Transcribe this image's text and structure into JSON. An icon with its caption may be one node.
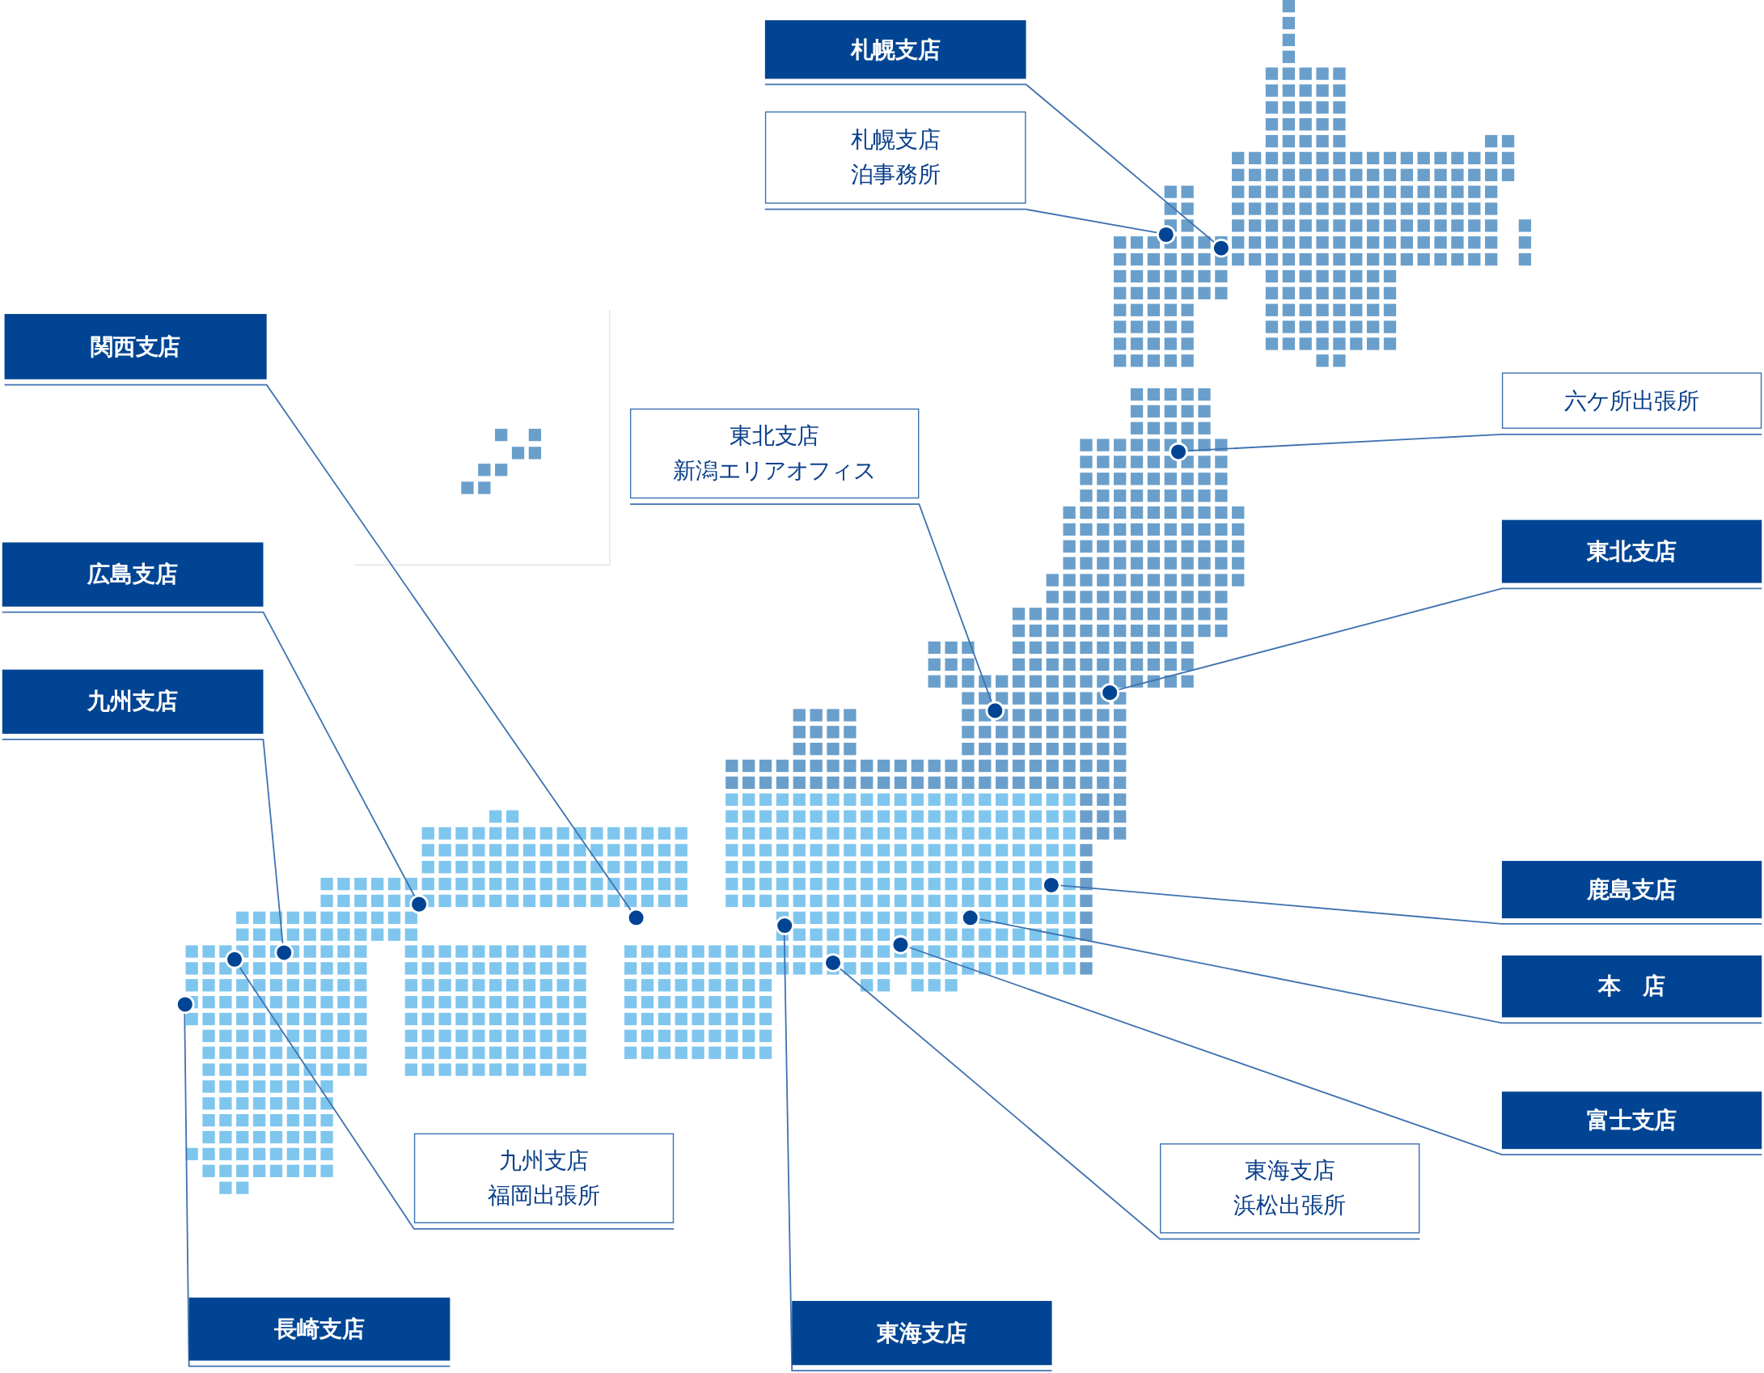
{
  "diagram": {
    "nodes": [
      {
        "text": [
          "札幌支店"
        ]
      },
      {
        "text": [
          "札幌支店",
          "泊事務所"
        ]
      },
      {
        "text": [
          "関西支店"
        ]
      },
      {
        "text": [
          "東北支店",
          "新潟エリアオフィス"
        ]
      },
      {
        "text": [
          "六ケ所出張所"
        ]
      },
      {
        "text": [
          "広島支店"
        ]
      },
      {
        "text": [
          "東北支店"
        ]
      },
      {
        "text": [
          "九州支店"
        ]
      },
      {
        "text": [
          "鹿島支店"
        ]
      },
      {
        "text": [
          "本　店"
        ]
      },
      {
        "text": [
          "九州支店",
          "福岡出張所"
        ]
      },
      {
        "text": [
          "富士支店"
        ]
      },
      {
        "text": [
          "東海支店",
          "浜松出張所"
        ]
      },
      {
        "text": [
          "長崎支店"
        ]
      },
      {
        "text": [
          "東海支店"
        ]
      },
      {
        "text": [],
        "shape": "circle"
      },
      {
        "text": [],
        "shape": "circle"
      },
      {
        "text": [],
        "shape": "circle"
      },
      {
        "text": [],
        "shape": "circle"
      },
      {
        "text": [],
        "shape": "circle"
      },
      {
        "text": [],
        "shape": "circle"
      },
      {
        "text": [],
        "shape": "circle"
      },
      {
        "text": [],
        "shape": "circle"
      },
      {
        "text": [],
        "shape": "circle"
      },
      {
        "text": [],
        "shape": "circle"
      },
      {
        "text": [],
        "shape": "circle"
      },
      {
        "text": [],
        "shape": "circle"
      },
      {
        "text": [],
        "shape": "circle"
      },
      {
        "text": [],
        "shape": "circle"
      },
      {
        "text": [],
        "shape": "circle"
      }
    ],
    "edges": [
      {
        "from": 0,
        "to": 15,
        "arrow": "none"
      },
      {
        "from": 1,
        "to": 16,
        "arrow": "none"
      },
      {
        "from": 2,
        "to": 17,
        "arrow": "none"
      },
      {
        "from": 3,
        "to": 18,
        "arrow": "none"
      },
      {
        "from": 4,
        "to": 19,
        "arrow": "none"
      },
      {
        "from": 5,
        "to": 20,
        "arrow": "none"
      },
      {
        "from": 6,
        "to": 21,
        "arrow": "none"
      },
      {
        "from": 7,
        "to": 22,
        "arrow": "none"
      },
      {
        "from": 8,
        "to": 23,
        "arrow": "none"
      },
      {
        "from": 9,
        "to": 24,
        "arrow": "none"
      },
      {
        "from": 10,
        "to": 25,
        "arrow": "none"
      },
      {
        "from": 11,
        "to": 26,
        "arrow": "none"
      },
      {
        "from": 12,
        "to": 27,
        "arrow": "none"
      },
      {
        "from": 13,
        "to": 28,
        "arrow": "none"
      },
      {
        "from": 14,
        "to": 29,
        "arrow": "none"
      }
    ]
  }
}
